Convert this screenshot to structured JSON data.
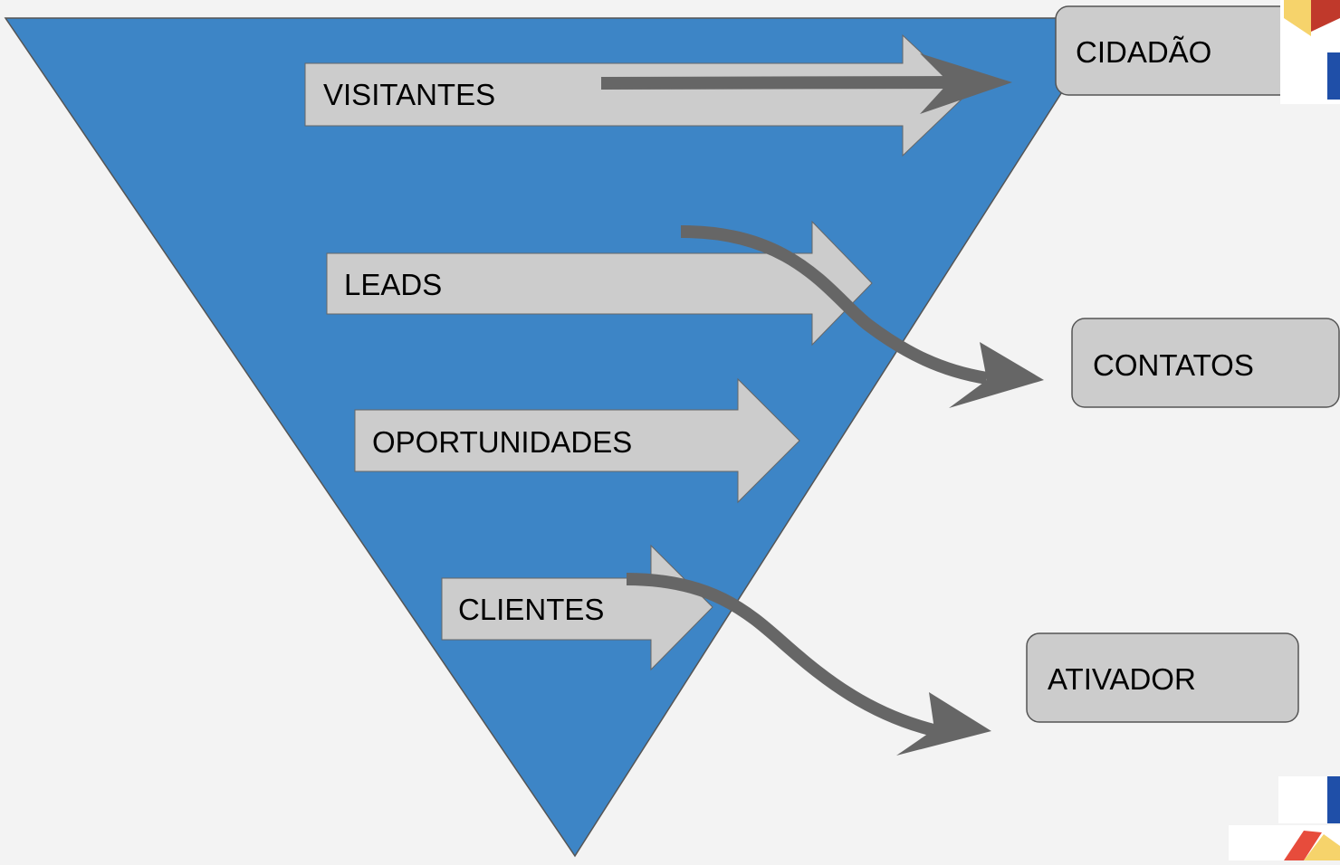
{
  "funnel": {
    "stages": [
      {
        "label": "VISITANTES"
      },
      {
        "label": "LEADS"
      },
      {
        "label": "OPORTUNIDADES"
      },
      {
        "label": "CLIENTES"
      }
    ]
  },
  "targets": [
    {
      "label": "CIDADÃO"
    },
    {
      "label": "CONTATOS"
    },
    {
      "label": "ATIVADOR"
    }
  ],
  "colors": {
    "background": "#f3f3f3",
    "funnel_fill": "#3d85c6",
    "block_arrow_fill": "#cccccc",
    "connector_arrow": "#666666",
    "target_box_fill": "#cccccc"
  }
}
